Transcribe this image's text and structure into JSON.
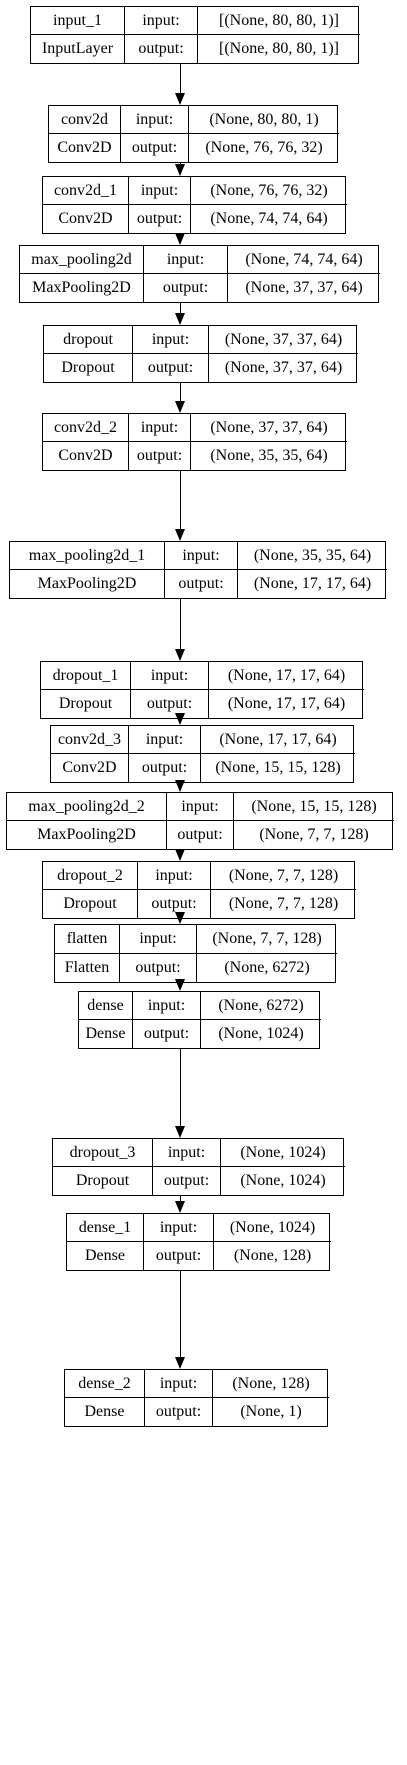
{
  "labels": {
    "input": "input:",
    "output": "output:"
  },
  "layers": [
    {
      "name": "input_1",
      "type": "InputLayer",
      "input_shape": "[(None, 80, 80, 1)]",
      "output_shape": "[(None, 80, 80, 1)]"
    },
    {
      "name": "conv2d",
      "type": "Conv2D",
      "input_shape": "(None, 80, 80, 1)",
      "output_shape": "(None, 76, 76, 32)"
    },
    {
      "name": "conv2d_1",
      "type": "Conv2D",
      "input_shape": "(None, 76, 76, 32)",
      "output_shape": "(None, 74, 74, 64)"
    },
    {
      "name": "max_pooling2d",
      "type": "MaxPooling2D",
      "input_shape": "(None, 74, 74, 64)",
      "output_shape": "(None, 37, 37, 64)"
    },
    {
      "name": "dropout",
      "type": "Dropout",
      "input_shape": "(None, 37, 37, 64)",
      "output_shape": "(None, 37, 37, 64)"
    },
    {
      "name": "conv2d_2",
      "type": "Conv2D",
      "input_shape": "(None, 37, 37, 64)",
      "output_shape": "(None, 35, 35, 64)"
    },
    {
      "name": "max_pooling2d_1",
      "type": "MaxPooling2D",
      "input_shape": "(None, 35, 35, 64)",
      "output_shape": "(None, 17, 17, 64)"
    },
    {
      "name": "dropout_1",
      "type": "Dropout",
      "input_shape": "(None, 17, 17, 64)",
      "output_shape": "(None, 17, 17, 64)"
    },
    {
      "name": "conv2d_3",
      "type": "Conv2D",
      "input_shape": "(None, 17, 17, 64)",
      "output_shape": "(None, 15, 15, 128)"
    },
    {
      "name": "max_pooling2d_2",
      "type": "MaxPooling2D",
      "input_shape": "(None, 15, 15, 128)",
      "output_shape": "(None, 7, 7, 128)"
    },
    {
      "name": "dropout_2",
      "type": "Dropout",
      "input_shape": "(None, 7, 7, 128)",
      "output_shape": "(None, 7, 7, 128)"
    },
    {
      "name": "flatten",
      "type": "Flatten",
      "input_shape": "(None, 7, 7, 128)",
      "output_shape": "(None, 6272)"
    },
    {
      "name": "dense",
      "type": "Dense",
      "input_shape": "(None, 6272)",
      "output_shape": "(None, 1024)"
    },
    {
      "name": "dropout_3",
      "type": "Dropout",
      "input_shape": "(None, 1024)",
      "output_shape": "(None, 1024)"
    },
    {
      "name": "dense_1",
      "type": "Dense",
      "input_shape": "(None, 1024)",
      "output_shape": "(None, 128)"
    },
    {
      "name": "dense_2",
      "type": "Dense",
      "input_shape": "(None, 128)",
      "output_shape": "(None, 1)"
    }
  ]
}
